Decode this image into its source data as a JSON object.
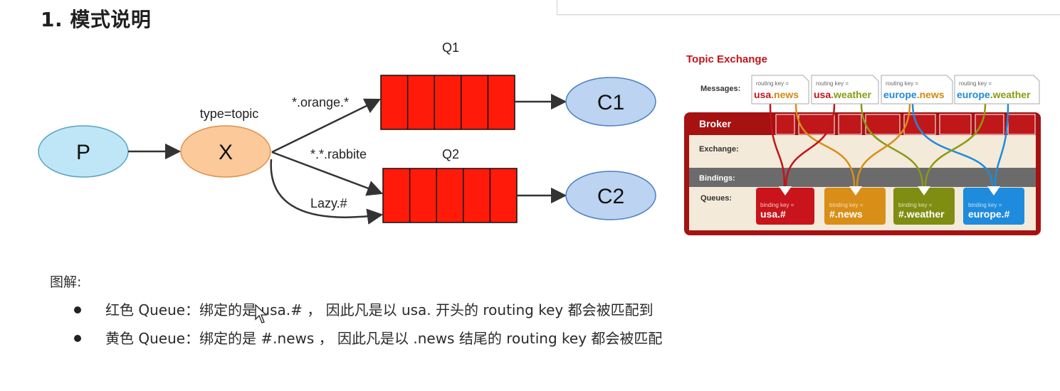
{
  "heading": "1. 模式说明",
  "diagram": {
    "producer": "P",
    "exchange": "X",
    "exchange_type": "type=topic",
    "queue1": "Q1",
    "queue2": "Q2",
    "consumer1": "C1",
    "consumer2": "C2",
    "binding1": "*.orange.*",
    "binding2": "*.*.rabbite",
    "binding3": "Lazy.#",
    "colors": {
      "producer": "#bfe6f7",
      "exchange": "#fbc99a",
      "consumer": "#bcd3f1",
      "queue": "#ff1a0a"
    }
  },
  "topic_exchange": {
    "title": "Topic Exchange",
    "messages_label": "Messages:",
    "broker_label": "Broker",
    "exchange_label": "Exchange:",
    "bindings_label": "Bindings:",
    "queues_label": "Queues:",
    "routing_key_caption": "routing key =",
    "binding_key_caption": "binding key =",
    "messages": [
      {
        "prefix": "usa",
        "suffix": ".news",
        "prefix_color": "#c0151b",
        "suffix_color": "#d08a10"
      },
      {
        "prefix": "usa",
        "suffix": ".weather",
        "prefix_color": "#c0151b",
        "suffix_color": "#8a9a12"
      },
      {
        "prefix": "europe",
        "suffix": ".news",
        "prefix_color": "#1e88d8",
        "suffix_color": "#d08a10"
      },
      {
        "prefix": "europe",
        "suffix": ".weather",
        "prefix_color": "#1e88d8",
        "suffix_color": "#8a9a12"
      }
    ],
    "queues": [
      {
        "key": "usa.#",
        "color": "#c8141a"
      },
      {
        "key": "#.news",
        "color": "#d98e18"
      },
      {
        "key": "#.weather",
        "color": "#7f8d12"
      },
      {
        "key": "europe.#",
        "color": "#1f8bdc"
      }
    ]
  },
  "explanation": {
    "label": "图解:",
    "items": [
      "红色 Queue：绑定的是 usa.# ， 因此凡是以 usa. 开头的 routing key 都会被匹配到",
      "黄色 Queue：绑定的是 #.news ， 因此凡是以 .news 结尾的 routing key 都会被匹配"
    ]
  }
}
